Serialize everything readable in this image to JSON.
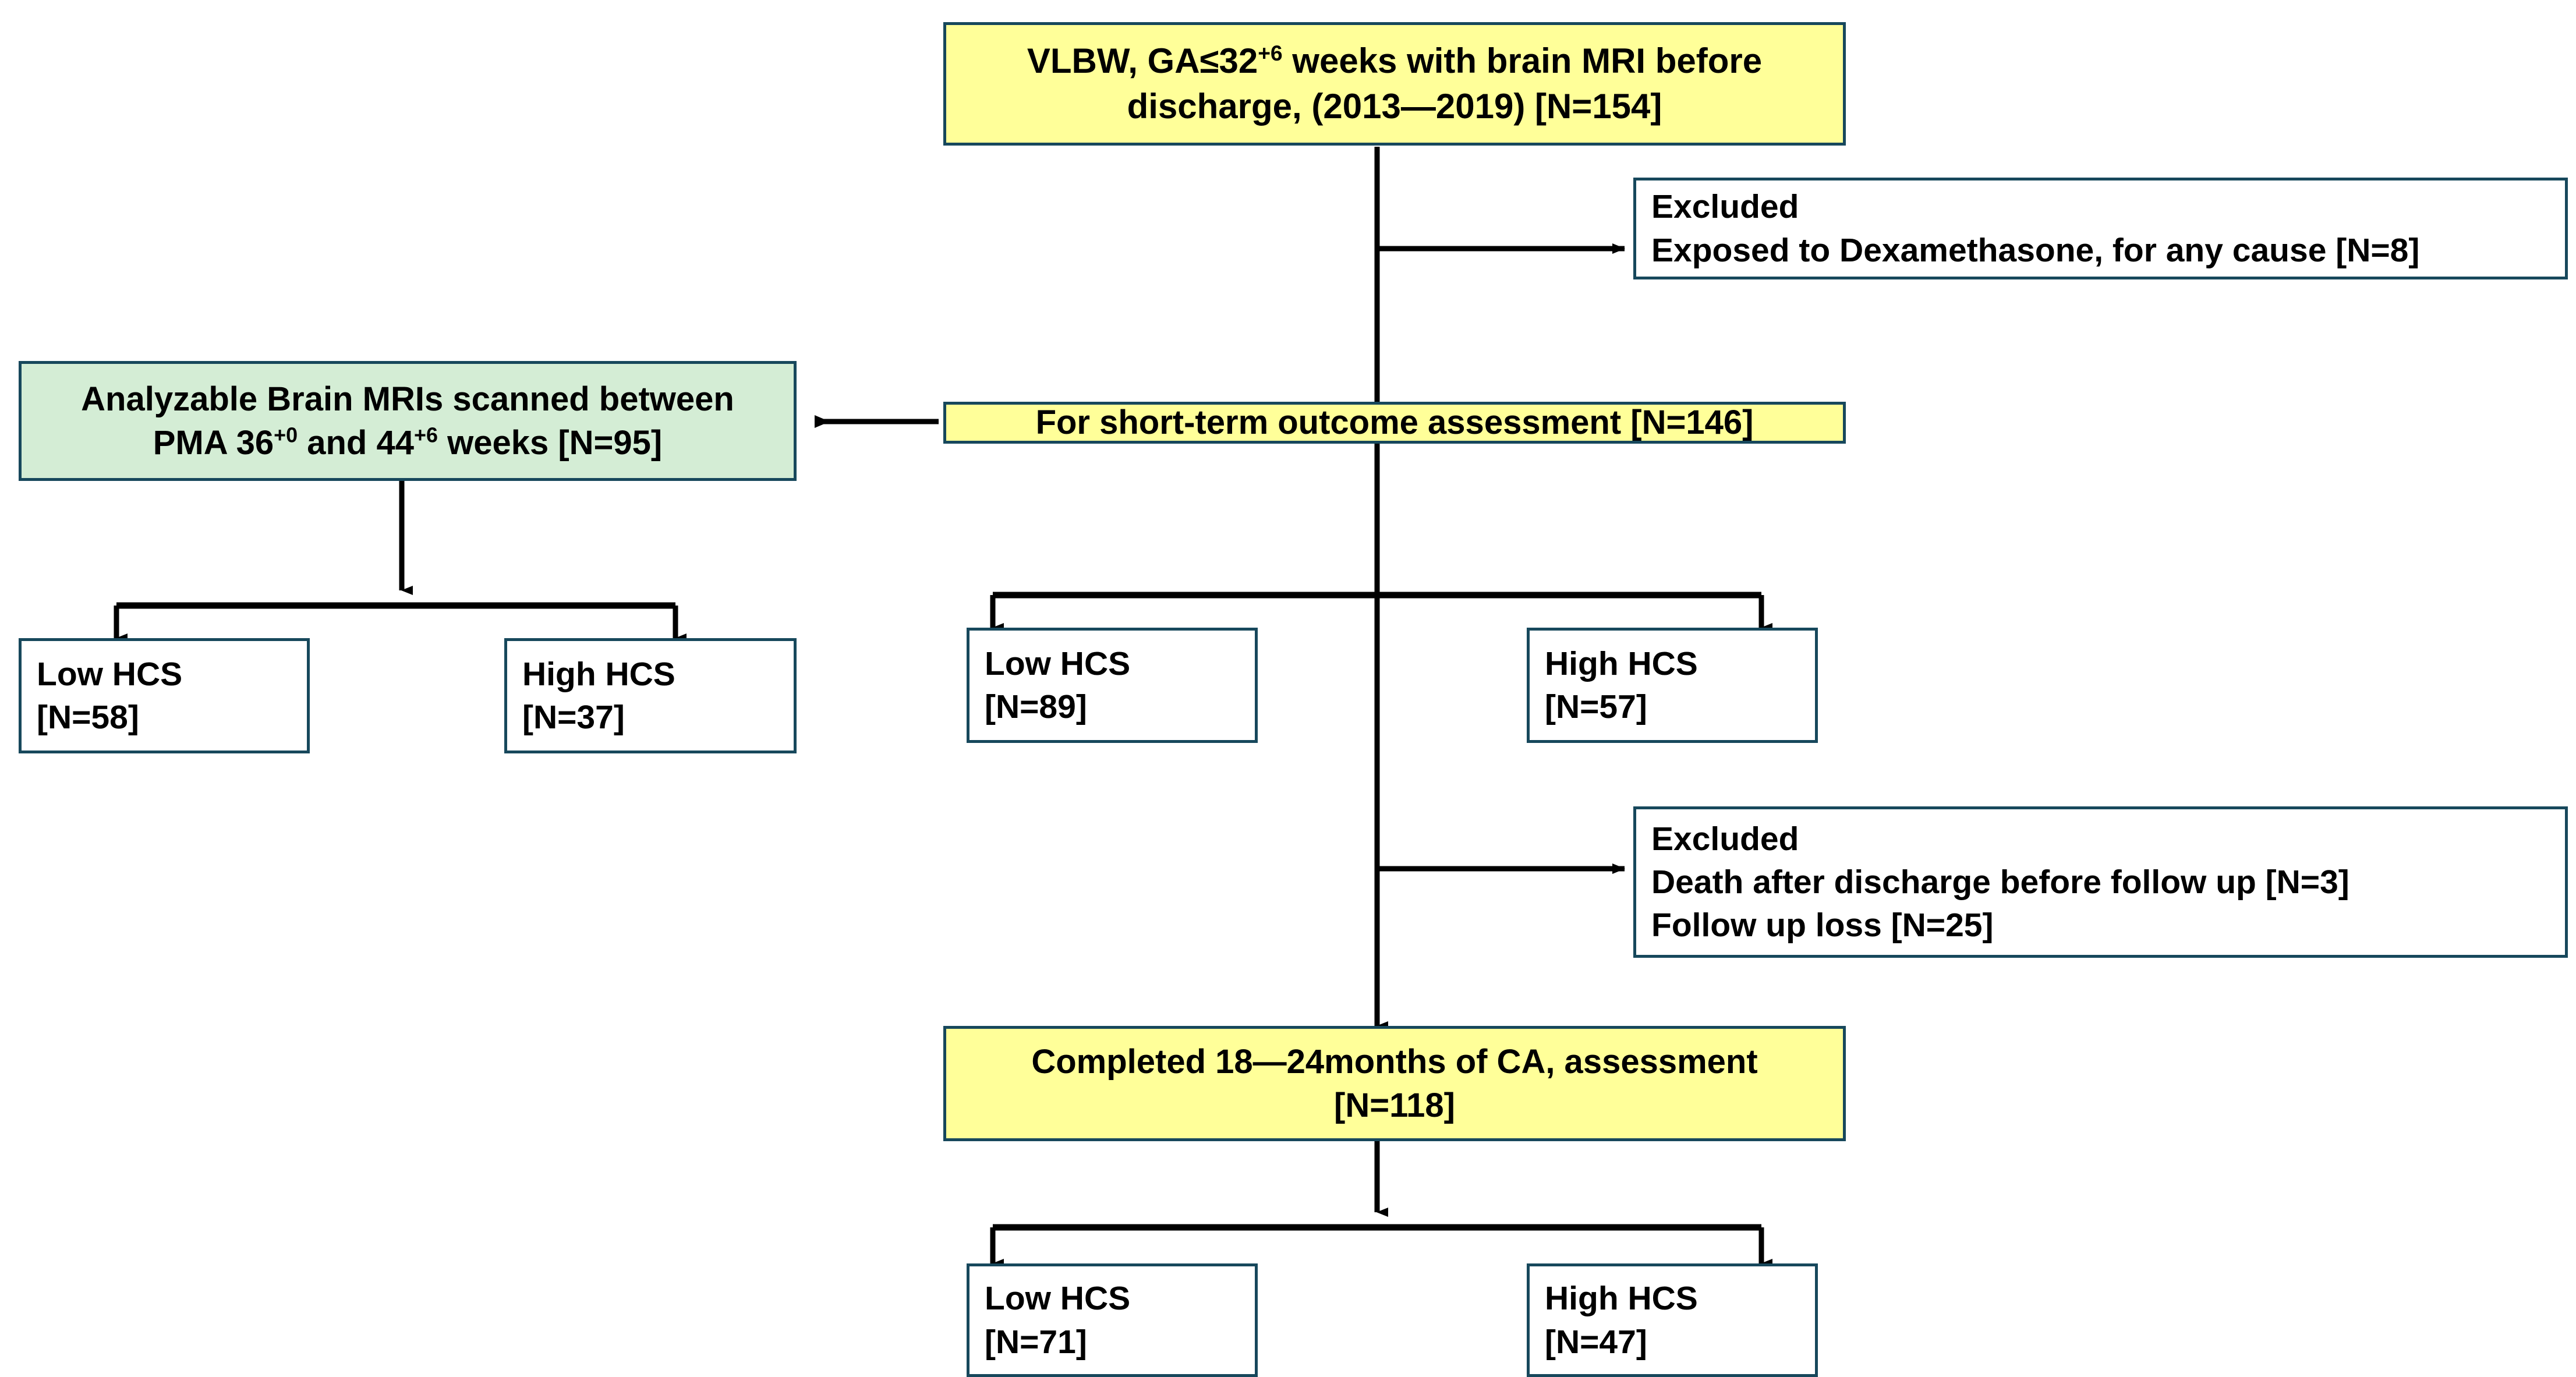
{
  "diagram": {
    "type": "flowchart",
    "title": "Study population flow diagram",
    "colors": {
      "border": "#17485C",
      "yellow_fill": "#FFFF99",
      "green_fill": "#D4EDD5",
      "white_fill": "#FFFFFF",
      "arrow": "#000000"
    },
    "nodes": [
      {
        "id": "enrollment",
        "fill": "yellow",
        "align": "center",
        "lines": [
          "VLBW, GA≤32",
          " weeks with brain MRI before",
          "discharge, (2013—2019) [N=154]"
        ],
        "line1_pre": "VLBW, GA≤32",
        "line1_sup": "+6",
        "line1_post": " weeks with brain MRI before",
        "line2": "discharge, (2013—2019) [N=154]"
      },
      {
        "id": "excluded1",
        "fill": "white",
        "align": "left",
        "line1": "Excluded",
        "line2": "Exposed to Dexamethasone, for any cause [N=8]"
      },
      {
        "id": "short_term",
        "fill": "yellow",
        "align": "center",
        "line1": "For short-term outcome assessment [N=146]"
      },
      {
        "id": "mri_analyzable",
        "fill": "green",
        "align": "center",
        "line1": "Analyzable Brain MRIs scanned between",
        "line2_pre": "PMA 36",
        "line2_sup1": "+0",
        "line2_mid": " and 44",
        "line2_sup2": "+6",
        "line2_post": " weeks [N=95]"
      },
      {
        "id": "mri_low_hcs",
        "fill": "white",
        "align": "left",
        "line1": "Low HCS",
        "line2": "[N=58]"
      },
      {
        "id": "mri_high_hcs",
        "fill": "white",
        "align": "left",
        "line1": "High HCS",
        "line2": "[N=37]"
      },
      {
        "id": "short_low_hcs",
        "fill": "white",
        "align": "left",
        "line1": "Low HCS",
        "line2": "[N=89]"
      },
      {
        "id": "short_high_hcs",
        "fill": "white",
        "align": "left",
        "line1": "High HCS",
        "line2": "[N=57]"
      },
      {
        "id": "excluded2",
        "fill": "white",
        "align": "left",
        "line1": "Excluded",
        "line2": "Death after discharge before follow up [N=3]",
        "line3": "Follow up loss [N=25]"
      },
      {
        "id": "completed",
        "fill": "yellow",
        "align": "center",
        "line1": "Completed 18—24months of CA, assessment",
        "line2": "[N=118]"
      },
      {
        "id": "final_low_hcs",
        "fill": "white",
        "align": "left",
        "line1": "Low HCS",
        "line2": "[N=71]"
      },
      {
        "id": "final_high_hcs",
        "fill": "white",
        "align": "left",
        "line1": "High HCS",
        "line2": "[N=47]"
      }
    ],
    "counts": {
      "enrollment": 154,
      "excluded_dexamethasone": 8,
      "short_term_assessment": 146,
      "analyzable_mri": 95,
      "mri_low_hcs": 58,
      "mri_high_hcs": 37,
      "short_low_hcs": 89,
      "short_high_hcs": 57,
      "death_after_discharge": 3,
      "follow_up_loss": 25,
      "completed_assessment": 118,
      "final_low_hcs": 71,
      "final_high_hcs": 47
    },
    "years": "2013—2019",
    "ga_threshold": "32+6 weeks",
    "pma_window": "36+0 to 44+6 weeks",
    "ca_window": "18—24 months"
  }
}
